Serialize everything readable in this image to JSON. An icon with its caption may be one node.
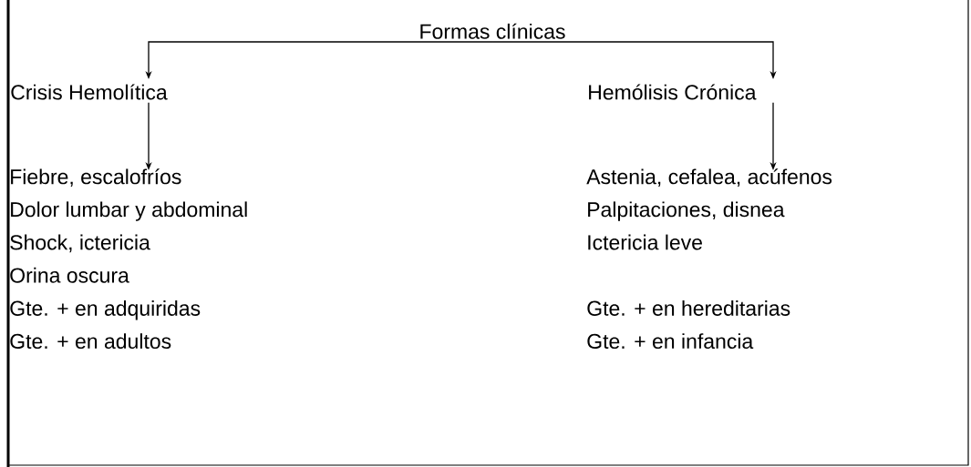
{
  "diagram": {
    "nodes": [
      {
        "text": [
          "Formas clínicas"
        ]
      },
      {
        "text": [
          "Crisis Hemolítica"
        ]
      },
      {
        "text": [
          "Hemólisis Crónica"
        ]
      },
      {
        "text": [
          "Fiebre, escalofríos",
          "Dolor lumbar y abdominal",
          "Shock, ictericia",
          "Orina oscura",
          "Gte. + en adquiridas",
          "Gte. + en adultos"
        ]
      },
      {
        "text": [
          "Astenia, cefalea, acúfenos",
          "Palpitaciones, disnea",
          "Ictericia leve",
          "Gte. + en hereditarias",
          "Gte. + en infancia"
        ]
      }
    ],
    "edges": [
      {
        "from": 0,
        "to": 1,
        "arrow": "to"
      },
      {
        "from": 0,
        "to": 2,
        "arrow": "to"
      },
      {
        "from": 1,
        "to": 3,
        "arrow": "to"
      },
      {
        "from": 2,
        "to": 4,
        "arrow": "to"
      }
    ]
  }
}
